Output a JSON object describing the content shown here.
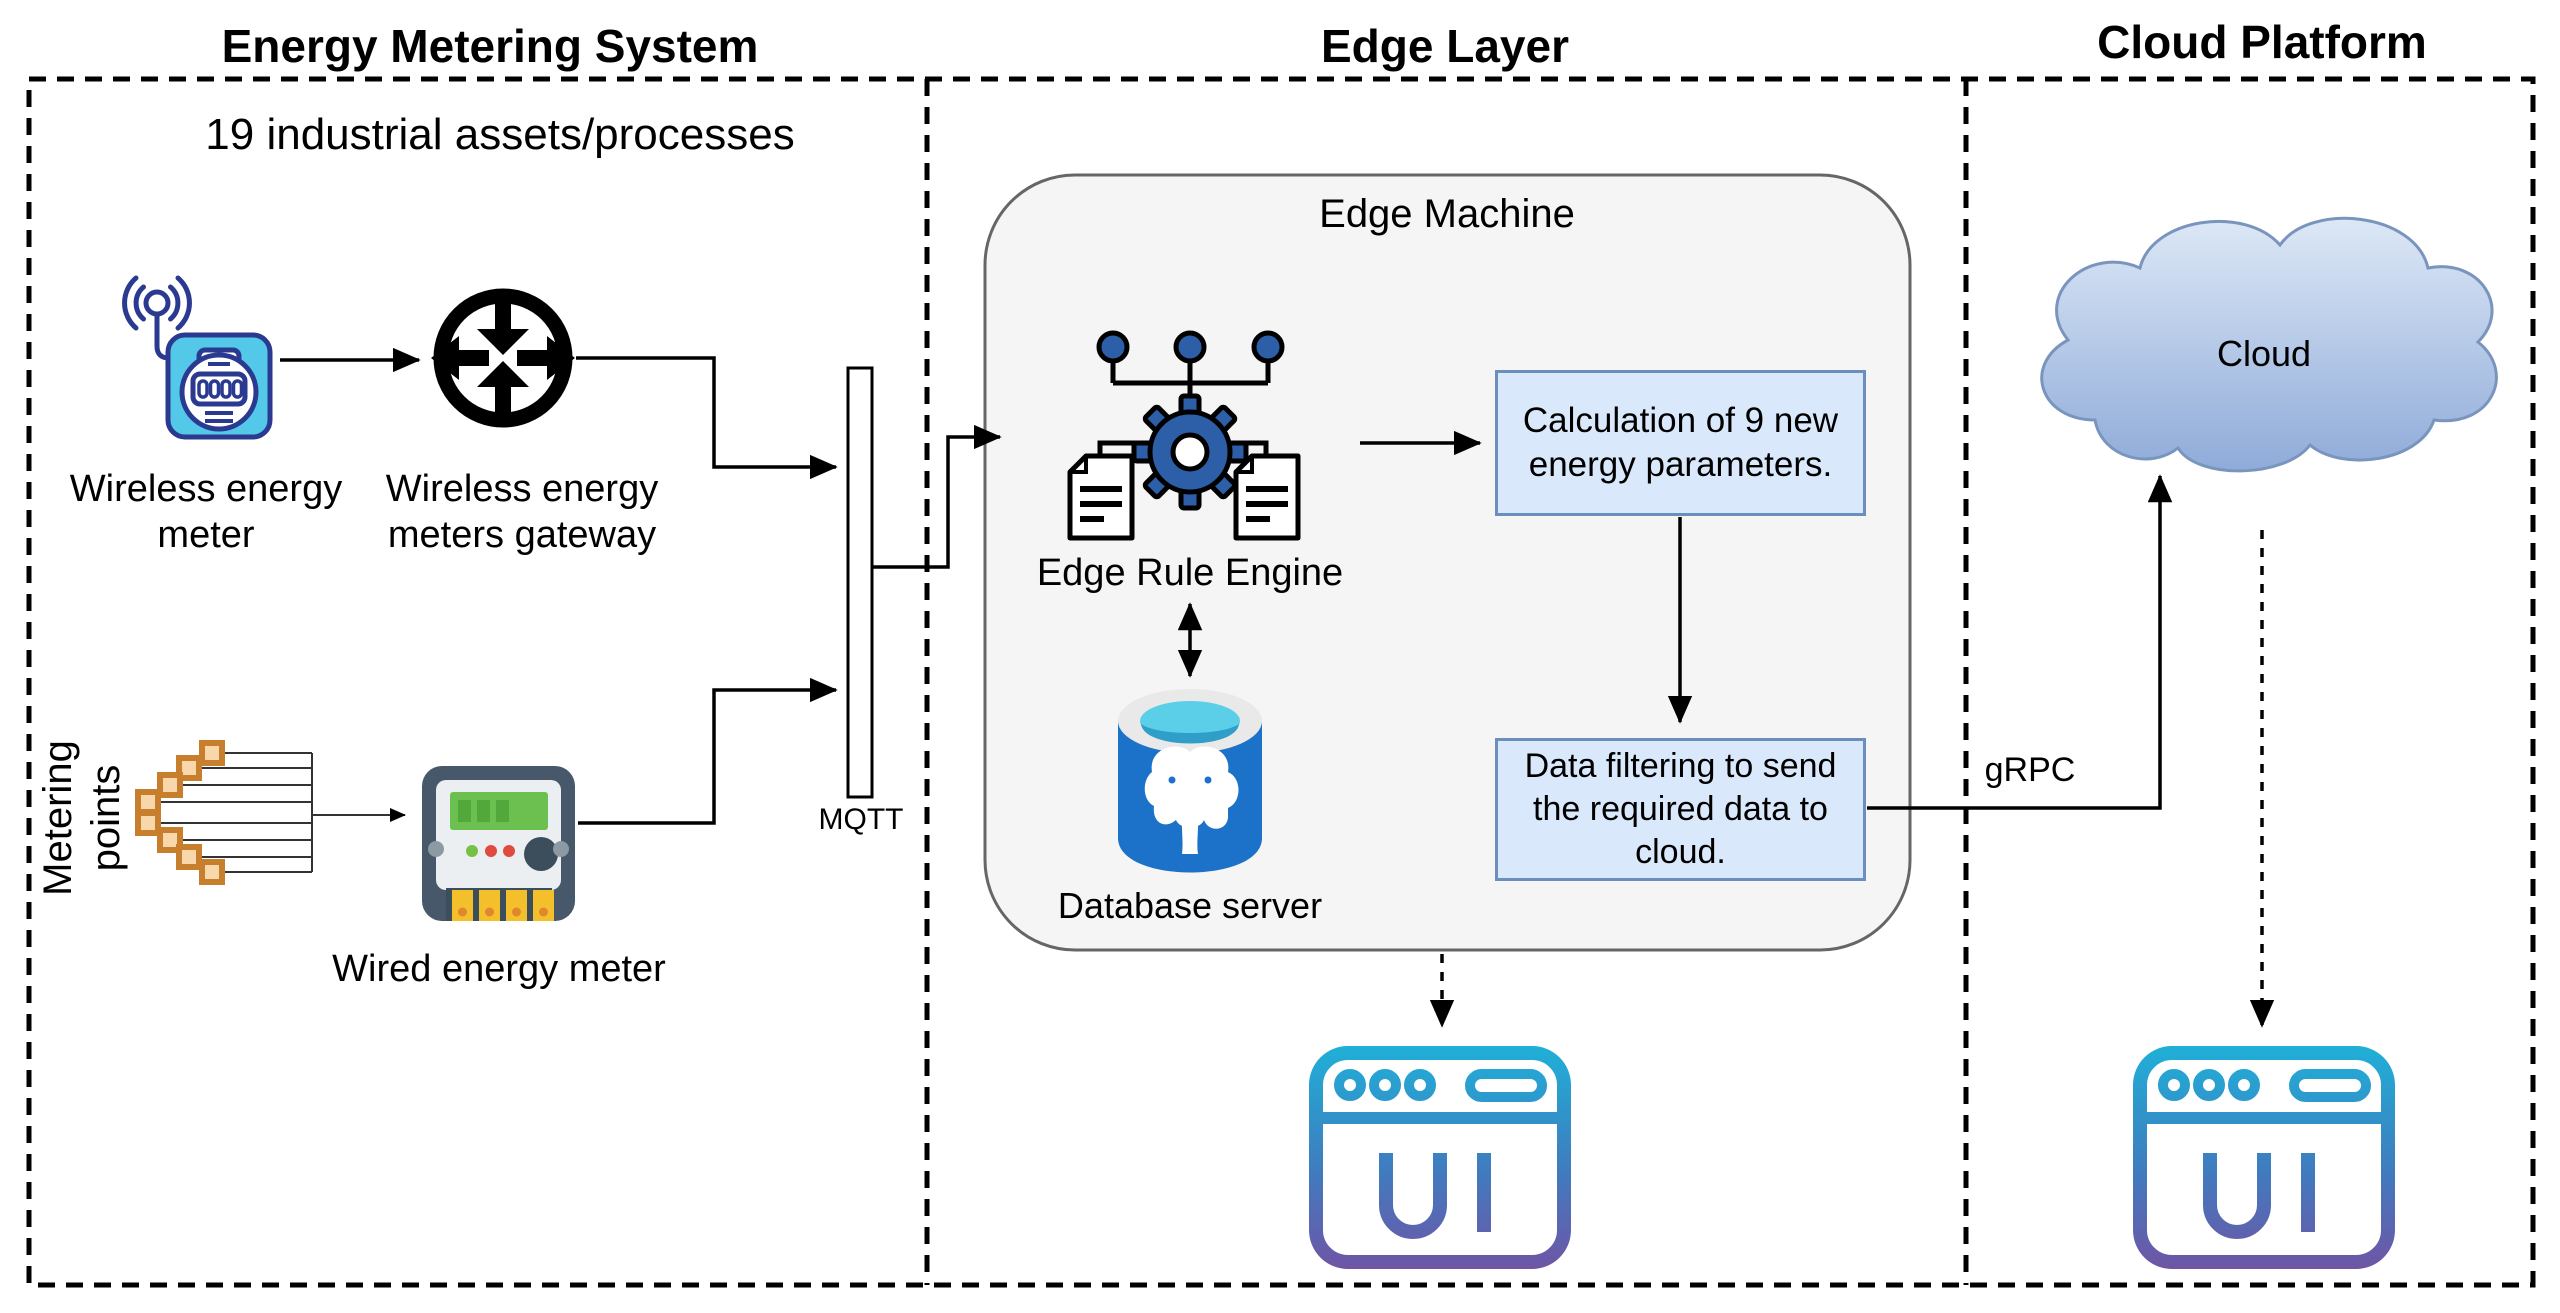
{
  "section_titles": {
    "energy_metering": "Energy Metering System",
    "edge_layer": "Edge Layer",
    "cloud_platform": "Cloud Platform"
  },
  "energy": {
    "assets_note": "19 industrial assets/processes",
    "wireless_meter": {
      "line1": "Wireless energy",
      "line2": "meter"
    },
    "gateway": {
      "line1": "Wireless energy",
      "line2": "meters gateway"
    },
    "metering_points": {
      "line1": "Metering",
      "line2": "points"
    },
    "wired_meter_label": "Wired energy meter",
    "mqtt_label": "MQTT"
  },
  "edge": {
    "machine_title": "Edge Machine",
    "rule_engine_label": "Edge Rule Engine",
    "calc_box": {
      "line1": "Calculation of 9 new",
      "line2": "energy parameters."
    },
    "db_label": "Database server",
    "filter_box": {
      "line1": "Data filtering to send",
      "line2": "the required data to",
      "line3": "cloud."
    },
    "grpc_label": "gRPC"
  },
  "cloud": {
    "cloud_label": "Cloud"
  },
  "colors": {
    "box_fill": "#dae8fc",
    "box_stroke": "#6c8ebf",
    "machine_fill": "#f5f5f5",
    "machine_stroke": "#666666",
    "meter_fill": "#54c8e8",
    "meter_stroke": "#2b3a91",
    "points_fill": "#f8d8ab",
    "points_stroke": "#c77f2e",
    "wired_body": "#46586a",
    "wired_screen": "#6cc04f",
    "db_blue": "#1b72c8",
    "db_water": "#5bcfe8",
    "engine_blue": "#2d5fa8",
    "cloud_top": "#dde8f6",
    "cloud_bottom": "#8fabd9",
    "cloud_stroke": "#7a95bd",
    "ui_top": "#1fb0d8",
    "ui_mid": "#3f7cc0",
    "ui_bottom": "#6f55a5"
  }
}
